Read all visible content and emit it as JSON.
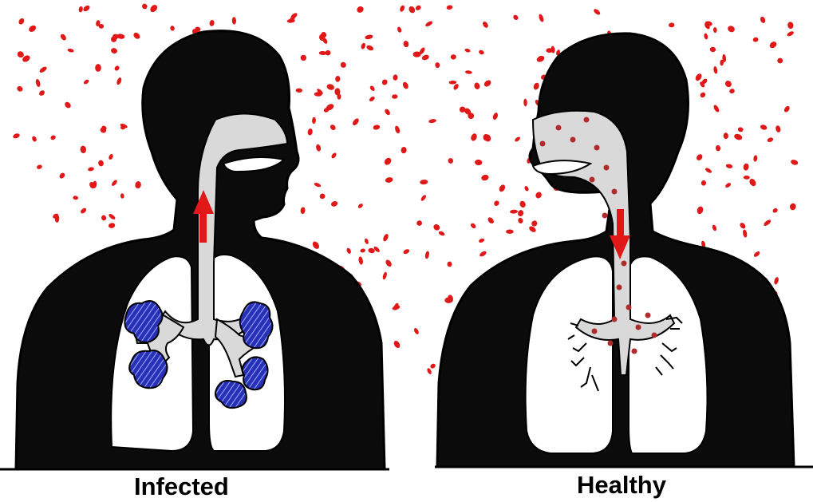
{
  "figure": {
    "left_panel": {
      "caption": "Infected"
    },
    "right_panel": {
      "caption": "Healthy"
    },
    "colors": {
      "silhouette": "#0b0b0b",
      "lung": "#ffffff",
      "airway": "#d9d9d9",
      "droplet": "#e01818",
      "infection_blue": "#2b2fb8",
      "arrow": "#e01818"
    },
    "icons": {
      "left_arrow": "up-arrow",
      "right_arrow": "down-arrow"
    }
  }
}
